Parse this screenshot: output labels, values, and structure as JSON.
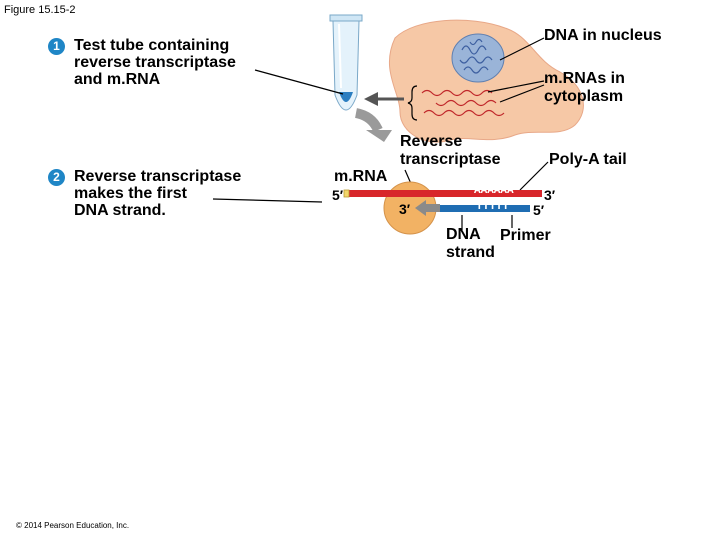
{
  "figure_title": "Figure 15.15-2",
  "steps": [
    {
      "number": "1",
      "lines": [
        "Test tube containing",
        "reverse transcriptase",
        "and m.RNA"
      ]
    },
    {
      "number": "2",
      "lines": [
        "Reverse transcriptase",
        "makes the first",
        "DNA strand."
      ]
    }
  ],
  "labels": {
    "dna_in_nucleus": "DNA in nucleus",
    "mrnas_in_cytoplasm": [
      "m.RNAs in",
      "cytoplasm"
    ],
    "reverse_transcriptase": [
      "Reverse",
      "transcriptase"
    ],
    "poly_a_tail": "Poly-A tail",
    "mrna": "m.RNA",
    "five_prime_top": "5′",
    "three_prime_top": "3′",
    "three_prime_bottom": "3′",
    "five_prime_bottom": "5′",
    "poly_a_seq": "AAAAAA",
    "poly_t_seq": "TTTTT",
    "dna_strand": [
      "DNA",
      "strand"
    ],
    "primer": "Primer"
  },
  "copyright": "© 2014 Pearson Education, Inc.",
  "colors": {
    "badge": "#1f86c6",
    "cell": "#f6c8a6",
    "nucleus": "#9ab4d8",
    "mrna_strand": "#d8262b",
    "dna_strand": "#1f6db3",
    "enzyme": "#f2b264",
    "arrow": "#8a8a8a",
    "tube": "#cfe6f5"
  },
  "icons": [
    "test-tube-icon",
    "cell-icon",
    "nucleus-icon",
    "curved-arrow-icon",
    "enzyme-blob-icon"
  ]
}
